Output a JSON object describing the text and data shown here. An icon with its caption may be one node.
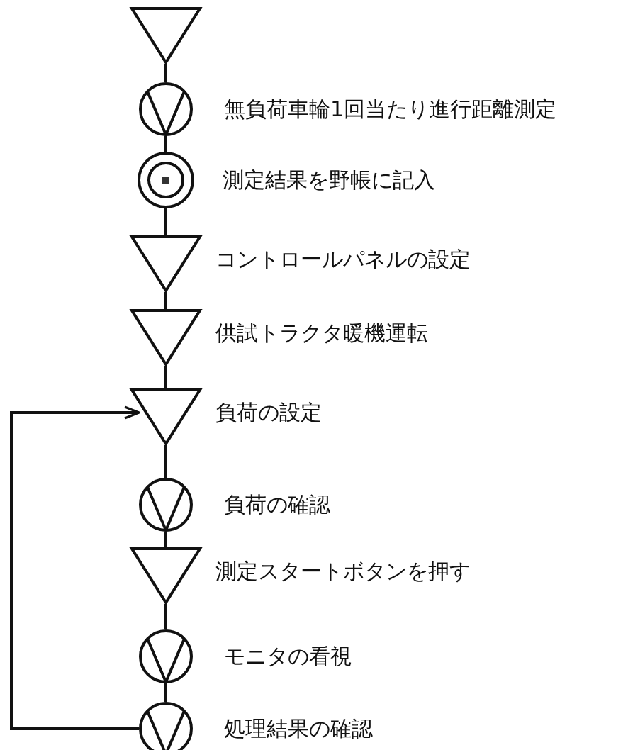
{
  "diagram": {
    "nodes": [
      {
        "text": [],
        "shape": "triangle"
      },
      {
        "text": [],
        "shape": "circle",
        "beside": [
          "無負荷車輪1回当たり進行距離測定"
        ]
      },
      {
        "text": [],
        "shape": "bullseye",
        "beside": [
          "測定結果を野帳に記入"
        ]
      },
      {
        "text": [],
        "shape": "triangle",
        "beside": [
          "コントロールパネルの設定"
        ]
      },
      {
        "text": [],
        "shape": "triangle",
        "beside": [
          "供試トラクタ暖機運転"
        ]
      },
      {
        "text": [],
        "shape": "triangle",
        "beside": [
          "負荷の設定"
        ]
      },
      {
        "text": [],
        "shape": "circle",
        "beside": [
          "負荷の確認"
        ]
      },
      {
        "text": [],
        "shape": "triangle",
        "beside": [
          "測定スタートボタンを押す"
        ]
      },
      {
        "text": [],
        "shape": "circle",
        "beside": [
          "モニタの看視"
        ]
      },
      {
        "text": [],
        "shape": "circle",
        "beside": [
          "処理結果の確認"
        ]
      }
    ],
    "edges": [
      {
        "from": 0,
        "to": 1,
        "arrow": "none"
      },
      {
        "from": 1,
        "to": 2,
        "arrow": "none"
      },
      {
        "from": 2,
        "to": 3,
        "arrow": "none"
      },
      {
        "from": 3,
        "to": 4,
        "arrow": "none"
      },
      {
        "from": 4,
        "to": 5,
        "arrow": "none"
      },
      {
        "from": 5,
        "to": 6,
        "arrow": "none"
      },
      {
        "from": 6,
        "to": 7,
        "arrow": "none"
      },
      {
        "from": 7,
        "to": 8,
        "arrow": "none"
      },
      {
        "from": 8,
        "to": 9,
        "arrow": "none"
      },
      {
        "from": 9,
        "to": 5,
        "arrow": "to"
      }
    ]
  }
}
